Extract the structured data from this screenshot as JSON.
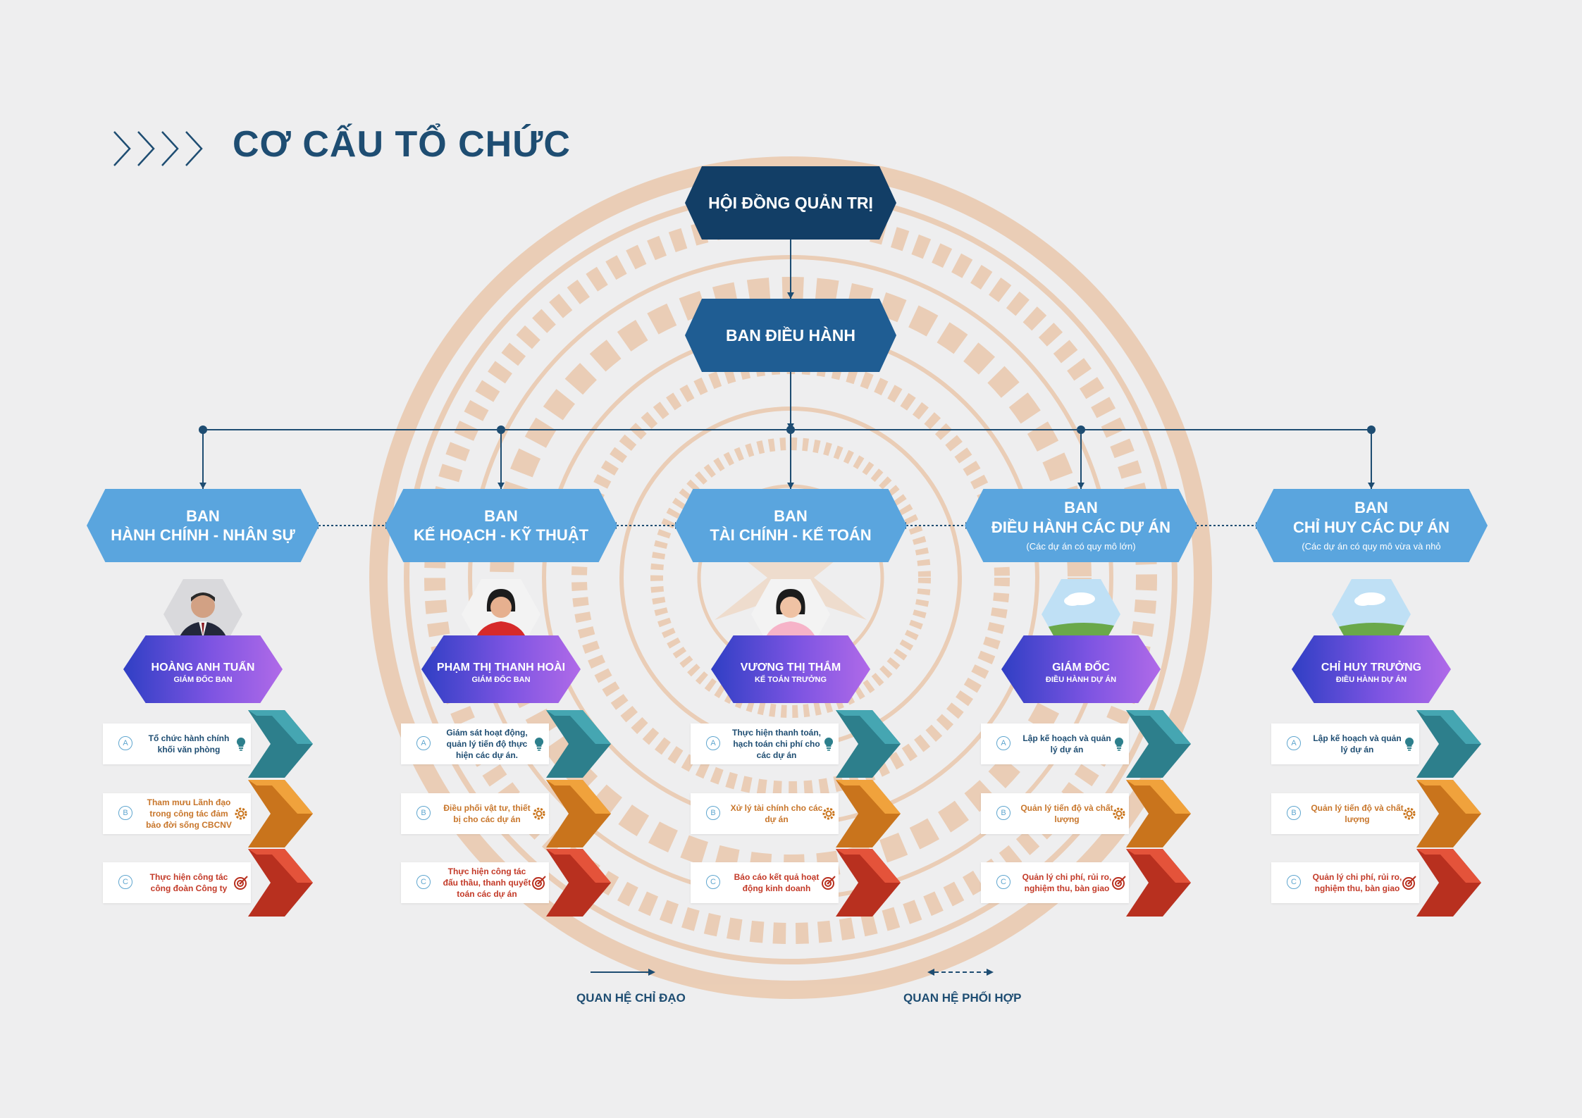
{
  "title": "CƠ CẤU TỔ CHỨC",
  "board": "HỘI ĐỒNG QUẢN TRỊ",
  "executive": "BAN ĐIỀU HÀNH",
  "colors": {
    "navy": "#123e66",
    "mid": "#1f5d93",
    "dept": "#5aa5de",
    "teal": "#3a97a3",
    "orange": "#e8962d",
    "red": "#d9452f"
  },
  "departments": [
    {
      "prefix": "BAN",
      "name": "HÀNH CHÍNH - NHÂN SỰ",
      "note": "",
      "person": "HOÀNG ANH TUẤN",
      "role": "GIÁM ĐỐC BAN",
      "photo": "man",
      "duties": [
        {
          "letter": "A",
          "text": "Tổ chức hành chính khối văn phòng",
          "icon": "lightbulb-icon"
        },
        {
          "letter": "B",
          "text": "Tham mưu Lãnh đạo trong công tác đảm bảo đời sống CBCNV",
          "icon": "gear-icon"
        },
        {
          "letter": "C",
          "text": "Thực hiện công tác công đoàn Công ty",
          "icon": "target-icon"
        }
      ]
    },
    {
      "prefix": "BAN",
      "name": "KẾ HOẠCH - KỸ THUẬT",
      "note": "",
      "person": "PHẠM THỊ THANH HOÀI",
      "role": "GIÁM ĐỐC BAN",
      "photo": "woman-red",
      "duties": [
        {
          "letter": "A",
          "text": "Giám sát hoạt động, quản lý tiến độ thực hiện các dự án.",
          "icon": "lightbulb-icon"
        },
        {
          "letter": "B",
          "text": "Điều phối vật tư, thiết bị cho các dự án",
          "icon": "gear-icon"
        },
        {
          "letter": "C",
          "text": "Thực hiện công tác đấu thầu, thanh quyết toán các dự án",
          "icon": "target-icon"
        }
      ]
    },
    {
      "prefix": "BAN",
      "name": "TÀI CHÍNH - KẾ TOÁN",
      "note": "",
      "person": "VƯƠNG THỊ THẮM",
      "role": "KẾ TOÁN TRƯỞNG",
      "photo": "woman-pink",
      "duties": [
        {
          "letter": "A",
          "text": "Thực hiện thanh toán, hạch toán chi phí cho các dự án",
          "icon": "lightbulb-icon"
        },
        {
          "letter": "B",
          "text": "Xử lý tài chính cho các dự án",
          "icon": "gear-icon"
        },
        {
          "letter": "C",
          "text": "Báo cáo kết quả hoạt động kinh doanh",
          "icon": "target-icon"
        }
      ]
    },
    {
      "prefix": "BAN",
      "name": "ĐIỀU HÀNH CÁC DỰ ÁN",
      "note": "(Các dự án có quy mô lớn)",
      "person": "GIÁM ĐỐC",
      "role": "ĐIỀU HÀNH DỰ ÁN",
      "photo": "landscape",
      "duties": [
        {
          "letter": "A",
          "text": "Lập kế hoạch và quản lý dự án",
          "icon": "lightbulb-icon"
        },
        {
          "letter": "B",
          "text": "Quản lý tiến độ và chất lượng",
          "icon": "gear-icon"
        },
        {
          "letter": "C",
          "text": "Quản lý chi phí, rủi ro, nghiệm thu, bàn giao",
          "icon": "target-icon"
        }
      ]
    },
    {
      "prefix": "BAN",
      "name": "CHỈ HUY CÁC DỰ ÁN",
      "note": "(Các dự án có quy mô vừa và nhỏ",
      "person": "CHỈ HUY TRƯỞNG",
      "role": "ĐIỀU HÀNH DỰ ÁN",
      "photo": "landscape",
      "duties": [
        {
          "letter": "A",
          "text": "Lập kế hoạch và quản lý dự án",
          "icon": "lightbulb-icon"
        },
        {
          "letter": "B",
          "text": "Quản lý tiến độ và chất lượng",
          "icon": "gear-icon"
        },
        {
          "letter": "C",
          "text": "Quản lý chi phí, rủi ro, nghiệm thu, bàn giao",
          "icon": "target-icon"
        }
      ]
    }
  ],
  "legend": {
    "direct": "QUAN HỆ CHỈ ĐẠO",
    "coord": "QUAN HỆ PHỐI HỢP"
  }
}
